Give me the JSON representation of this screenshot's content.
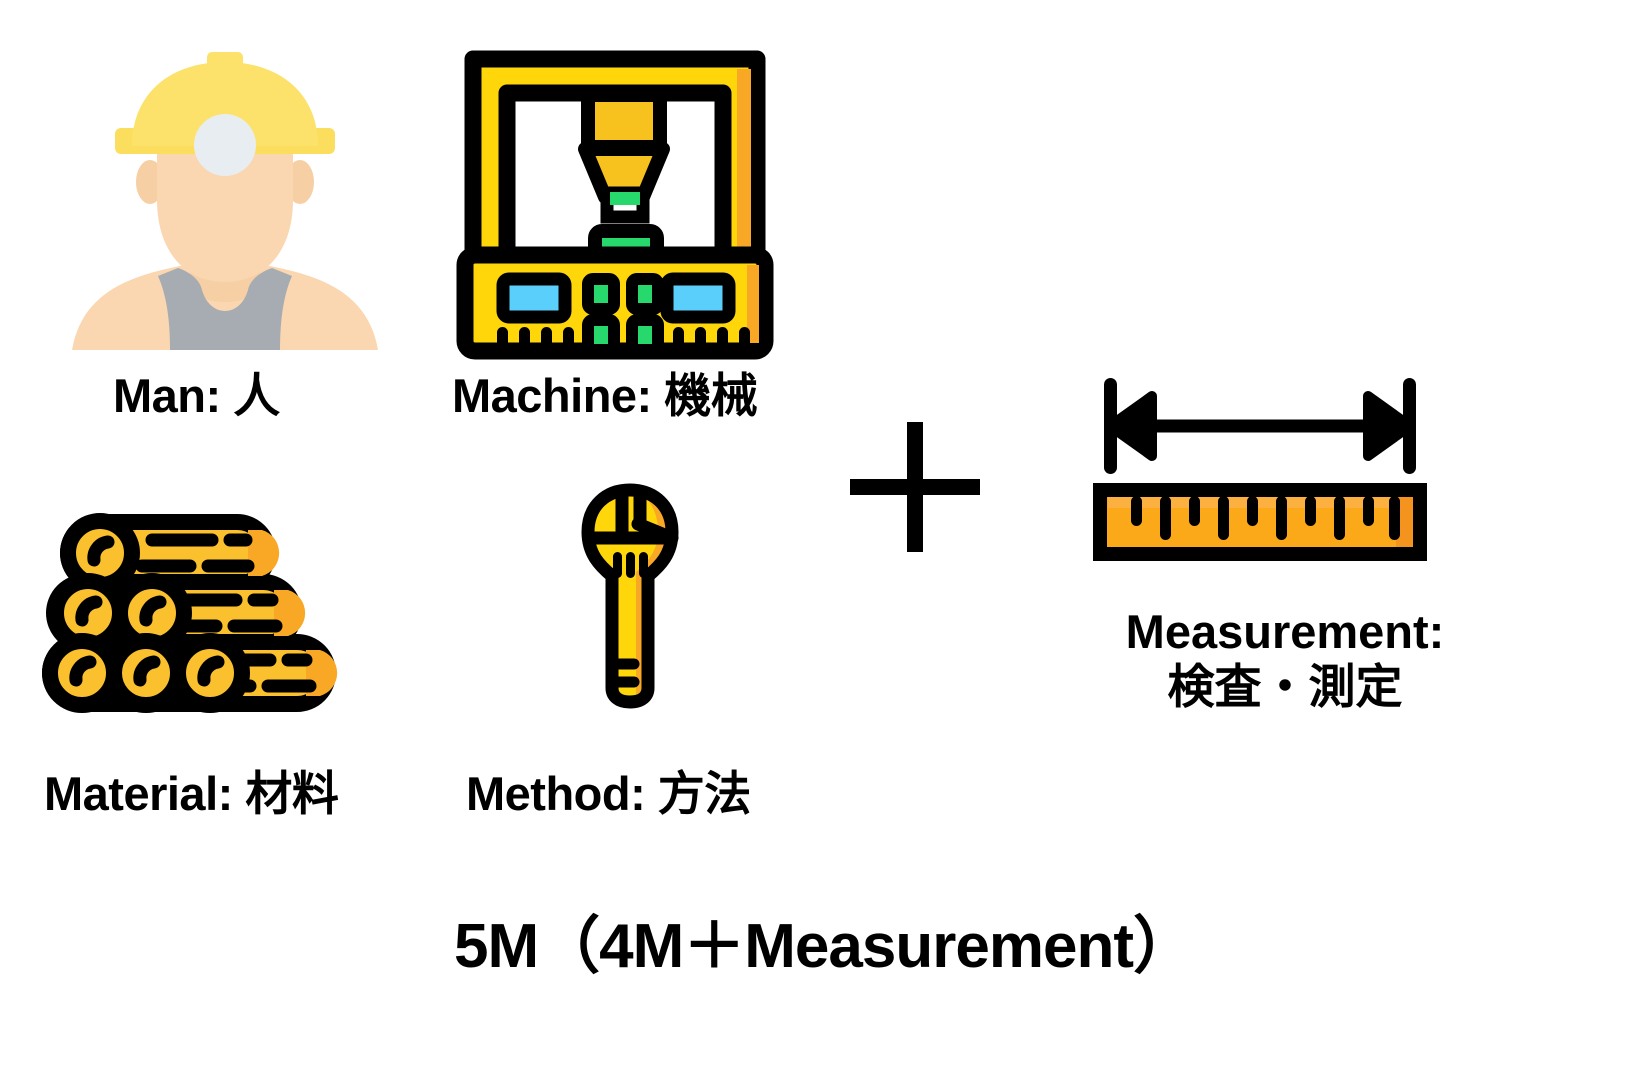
{
  "page": {
    "background": "#ffffff",
    "title": "5M（4M＋Measurement）",
    "plus_symbol": "＋"
  },
  "palette": {
    "yellow": "#FFD60A",
    "yellow_bright": "#FFDD00",
    "yellow_hat": "#FCE26B",
    "yellow_dark": "#F5A623",
    "amber": "#F9A825",
    "orange": "#FBA919",
    "orange_light": "#F9A826",
    "orange_shadow": "#FBB040",
    "gold": "#F7C11E",
    "skin": "#F6CFA4",
    "skin_light": "#FAD7B0",
    "grey_shirt": "#A6ACB2",
    "lamp": "#E8EDF2",
    "green": "#27D86C",
    "cyan": "#5BCFFB",
    "black": "#000000"
  },
  "items": [
    {
      "id": "man",
      "icon": "worker-person-icon",
      "label_en": "Man:",
      "label_jp": "人",
      "label": "Man: 人"
    },
    {
      "id": "machine",
      "icon": "cnc-machine-icon",
      "label_en": "Machine:",
      "label_jp": "機械",
      "label": "Machine: 機械"
    },
    {
      "id": "material",
      "icon": "log-stack-icon",
      "label_en": "Material:",
      "label_jp": "材料",
      "label": "Material: 材料"
    },
    {
      "id": "method",
      "icon": "wrench-icon",
      "label_en": "Method:",
      "label_jp": "方法",
      "label": "Method: 方法"
    },
    {
      "id": "measurement",
      "icon": "ruler-measure-icon",
      "label_en": "Measurement:",
      "label_jp": "検査・測定",
      "label": "Measurement: 検査・測定"
    }
  ],
  "ruler": {
    "tick_count": 10
  }
}
